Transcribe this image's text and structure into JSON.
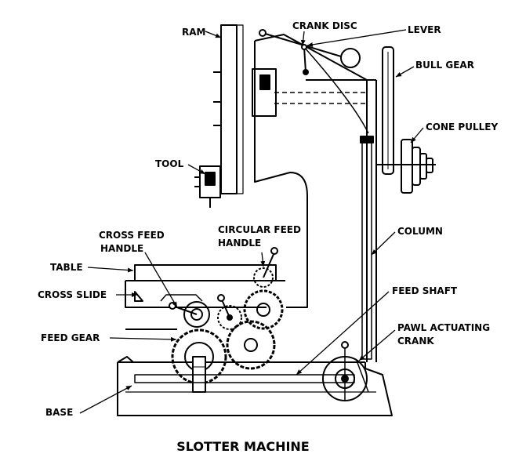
{
  "title": "SLOTTER MACHINE",
  "labels": {
    "ram": "RAM",
    "crank_disc": "CRANK DISC",
    "lever": "LEVER",
    "bull_gear": "BULL GEAR",
    "cone_pulley": "CONE PULLEY",
    "tool": "TOOL",
    "cross_feed_handle_1": "CROSS FEED",
    "cross_feed_handle_2": "HANDLE",
    "circular_feed_handle_1": "CIRCULAR FEED",
    "circular_feed_handle_2": "HANDLE",
    "column": "COLUMN",
    "table": "TABLE",
    "cross_slide": "CROSS SLIDE",
    "feed_shaft": "FEED SHAFT",
    "feed_gear": "FEED GEAR",
    "pawl_actuating_crank_1": "PAWL ACTUATING",
    "pawl_actuating_crank_2": "CRANK",
    "base": "BASE"
  }
}
